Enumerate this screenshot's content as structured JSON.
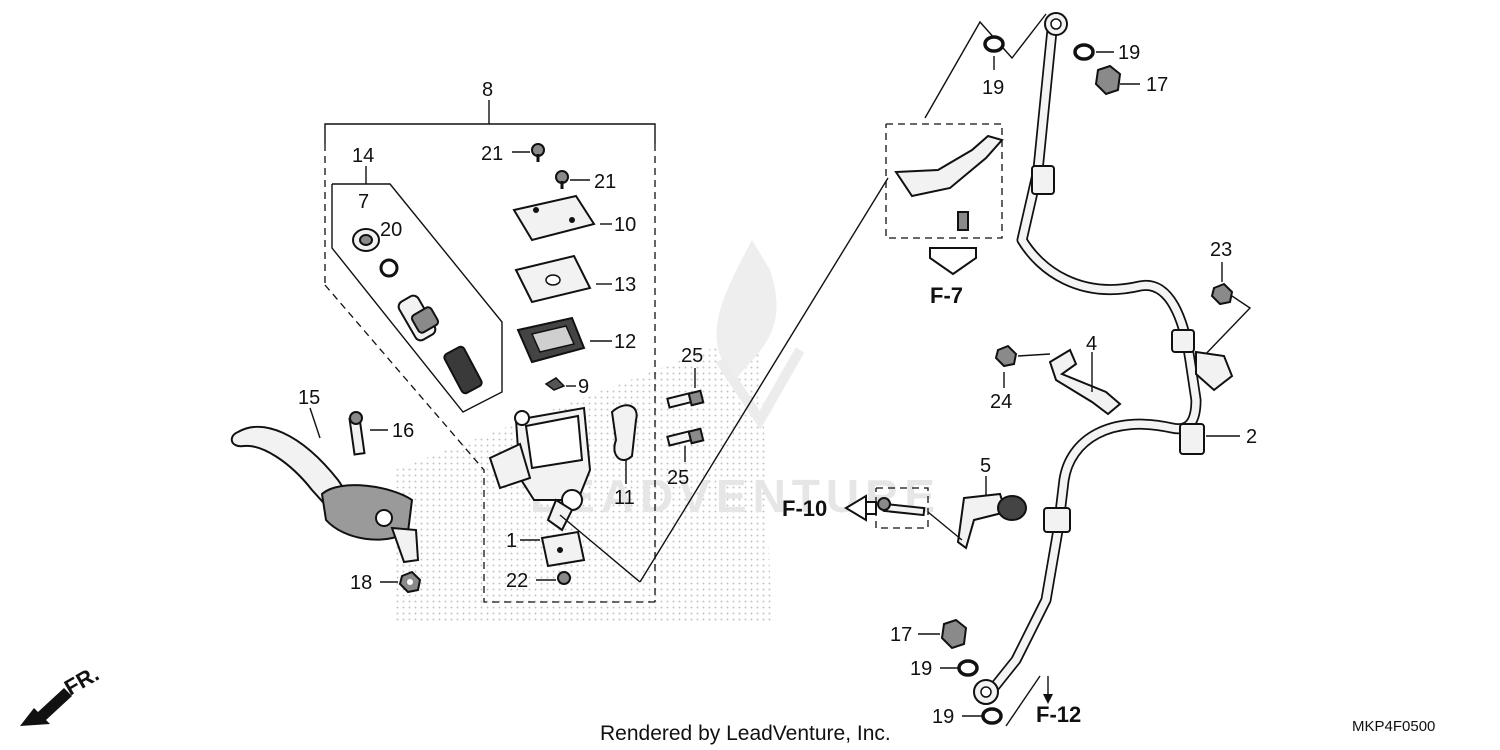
{
  "diagram": {
    "callouts": {
      "c1": "1",
      "c2": "2",
      "c4": "4",
      "c5": "5",
      "c7": "7",
      "c8": "8",
      "c9": "9",
      "c10": "10",
      "c11": "11",
      "c12": "12",
      "c13": "13",
      "c14": "14",
      "c15": "15",
      "c16": "16",
      "c17a": "17",
      "c17b": "17",
      "c18": "18",
      "c19a": "19",
      "c19b": "19",
      "c19c": "19",
      "c19d": "19",
      "c20": "20",
      "c21a": "21",
      "c21b": "21",
      "c22": "22",
      "c23": "23",
      "c24": "24",
      "c25a": "25",
      "c25b": "25"
    },
    "refs": {
      "f7": "F-7",
      "f10": "F-10",
      "f12": "F-12"
    },
    "direction_label": "FR.",
    "watermark_text": "LEADVENTURE",
    "footer": {
      "rendered_by": "Rendered by LeadVenture, Inc.",
      "diagram_code": "MKP4F0500"
    }
  }
}
